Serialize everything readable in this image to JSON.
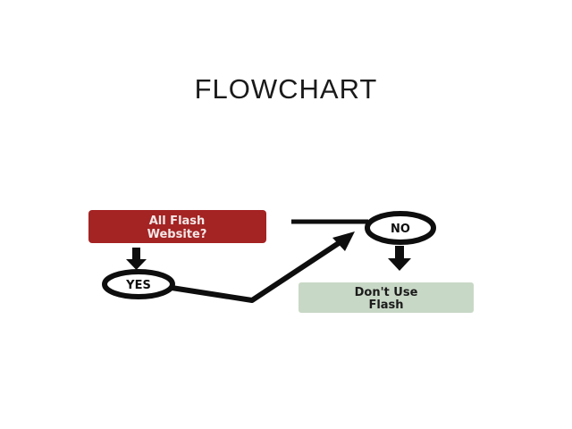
{
  "slide": {
    "title": "FLOWCHART"
  },
  "flowchart": {
    "decision": {
      "line1": "All Flash",
      "line2": "Website?"
    },
    "yes_label": "YES",
    "no_label": "NO",
    "result": {
      "line1": "Don't Use",
      "line2": "Flash"
    }
  },
  "colors": {
    "decision_fill": "#a42323",
    "decision_text": "#f3e7e7",
    "result_fill": "#c8d8c6",
    "result_text": "#1c1c1c",
    "stroke": "#0e0e0e",
    "circle_fill": "#ffffff"
  }
}
